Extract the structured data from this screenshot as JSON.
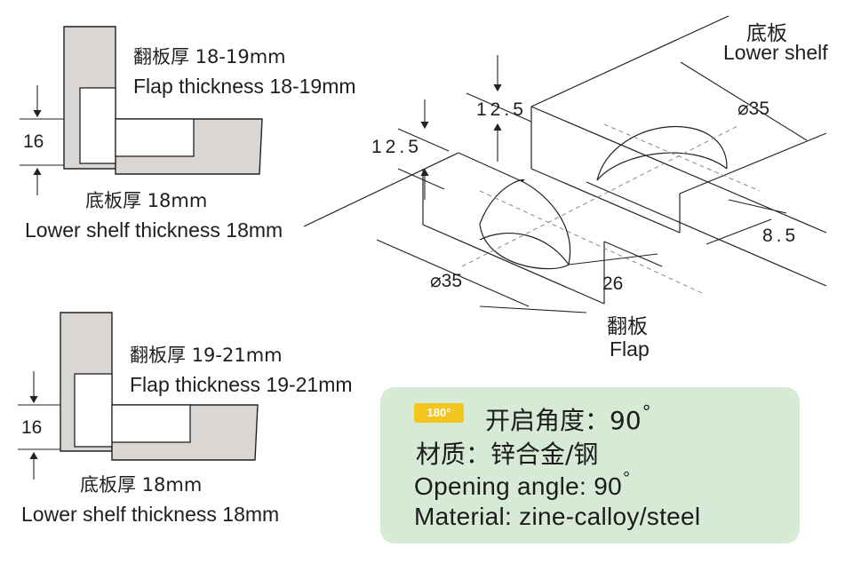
{
  "figure1": {
    "flap_cn": "翻板厚 18-19mm",
    "flap_en": "Flap thickness 18-19mm",
    "dim": "16",
    "shelf_cn": "底板厚 18mm",
    "shelf_en": "Lower shelf thickness 18mm"
  },
  "figure2": {
    "flap_cn": "翻板厚 19-21mm",
    "flap_en": "Flap thickness 19-21mm",
    "dim": "16",
    "shelf_cn": "底板厚 18mm",
    "shelf_en": "Lower shelf thickness 18mm"
  },
  "iso": {
    "lower_shelf_cn": "底板",
    "lower_shelf_en": "Lower shelf",
    "flap_cn": "翻板",
    "flap_en": "Flap",
    "dim_12_5_upper": "12.5",
    "dim_12_5_left": "12.5",
    "dim_dia_right": "⌀35",
    "dim_dia_left": "⌀35",
    "dim_8_5": "8.5",
    "dim_26": "26"
  },
  "spec": {
    "badge": "180°",
    "angle_cn": "开启角度：90",
    "material_cn": "材质：锌合金/钢",
    "angle_en": "Opening angle: 90",
    "material_en": "Material: zine-calloy/steel",
    "degree_symbol": "°"
  }
}
